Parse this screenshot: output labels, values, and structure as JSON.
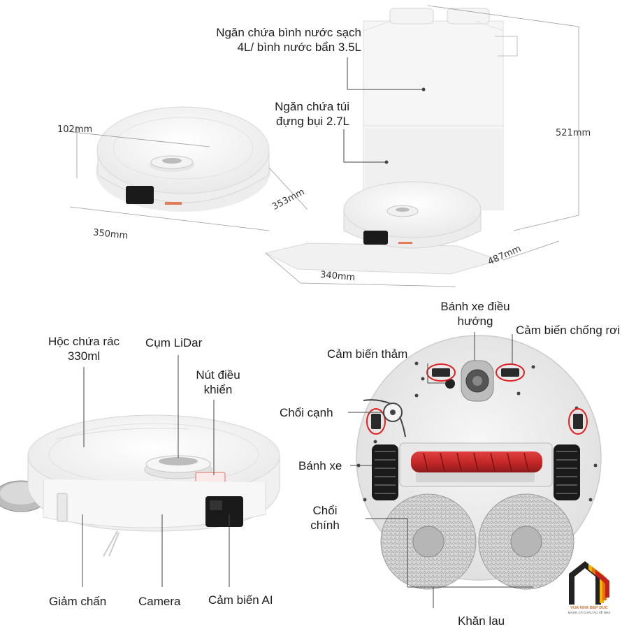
{
  "top": {
    "clean_tank": [
      "Ngăn chứa bình nước sạch",
      "4L/ bình nước bẩn 3.5L"
    ],
    "dust_bag": [
      "Ngăn chứa túi",
      "đựng bụi 2.7L"
    ],
    "dims": {
      "robot_height": "102mm",
      "robot_depth": "353mm",
      "robot_width": "350mm",
      "station_height": "521mm",
      "station_depth": "487mm",
      "station_width": "340mm"
    }
  },
  "left": {
    "dustbin": [
      "Hộc chứa rác",
      "330ml"
    ],
    "lidar": "Cụm LiDar",
    "button": [
      "Nút điều",
      "khiển"
    ],
    "bumper": "Giảm chấn",
    "camera": "Camera",
    "ai_sensor": "Cảm biến AI"
  },
  "bottom": {
    "steer_wheel": [
      "Bánh xe điều",
      "hướng"
    ],
    "cliff_sensor": "Cảm biến chống rơi",
    "carpet_sensor": "Cảm biến thảm",
    "side_brush": "Chổi cạnh",
    "wheel": "Bánh xe",
    "main_brush": [
      "Chổi",
      "chính"
    ],
    "mop": "Khăn lau"
  },
  "logo": {
    "name": "VUA NHA BEP DUC",
    "tagline": "MANG CẢ CHÂU ÂU VỀ NHÀ",
    "colors": [
      "#f4b400",
      "#e8710a",
      "#c5221f",
      "#222222"
    ]
  }
}
